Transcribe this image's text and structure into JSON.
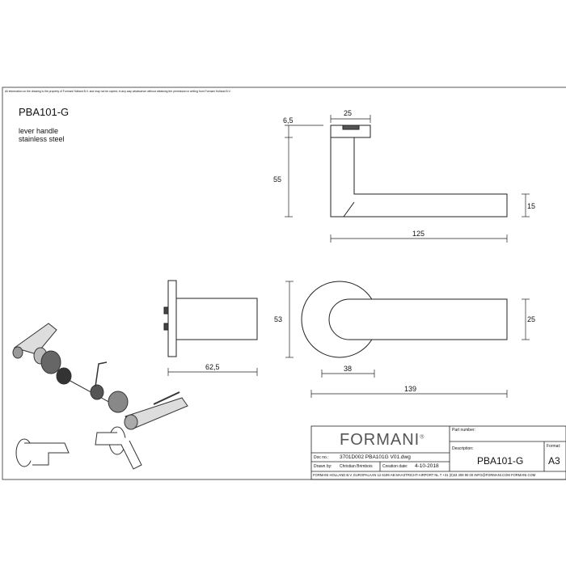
{
  "notice": "All information on the drawing is the property of Formani Holland B.V. and may not be copied, in any way whatsoever without obtaining the permission in writing from Formani Holland B.V.",
  "title": "PBA101-G",
  "subtitle_lines": [
    "lever handle",
    "stainless steel"
  ],
  "dimensions": {
    "rose_width": "25",
    "rose_thickness": "6,5",
    "height": "55",
    "lever_thickness": "15",
    "lever_length": "125",
    "side_depth": "62,5",
    "rose_diameter": "53",
    "lever_width": "25",
    "center_offset": "38",
    "total_length": "139"
  },
  "title_block": {
    "brand": "FORMANI",
    "brand_mark": "®",
    "part_number_label": "Part number:",
    "description_label": "Description:",
    "description_value": "PBA101-G",
    "format_label": "Format:",
    "format_value": "A3",
    "doc_no_label": "Doc no.:",
    "doc_no_value": "3701D002 PBA101G V01.dwg",
    "drawn_by_label": "Drawn by:",
    "drawn_by_value": "Christian Brimbois",
    "creation_date_label": "Creation date:",
    "creation_date_value": "4-10-2018",
    "footer": "FORMANI HOLLAND B.V.  EUROPALAAN 12  6199 AB MAASTRICHT-AIRPORT NL  T +31 (0)43 308 90 00 INFO@FORMANI.COM FORMANI.COM"
  }
}
